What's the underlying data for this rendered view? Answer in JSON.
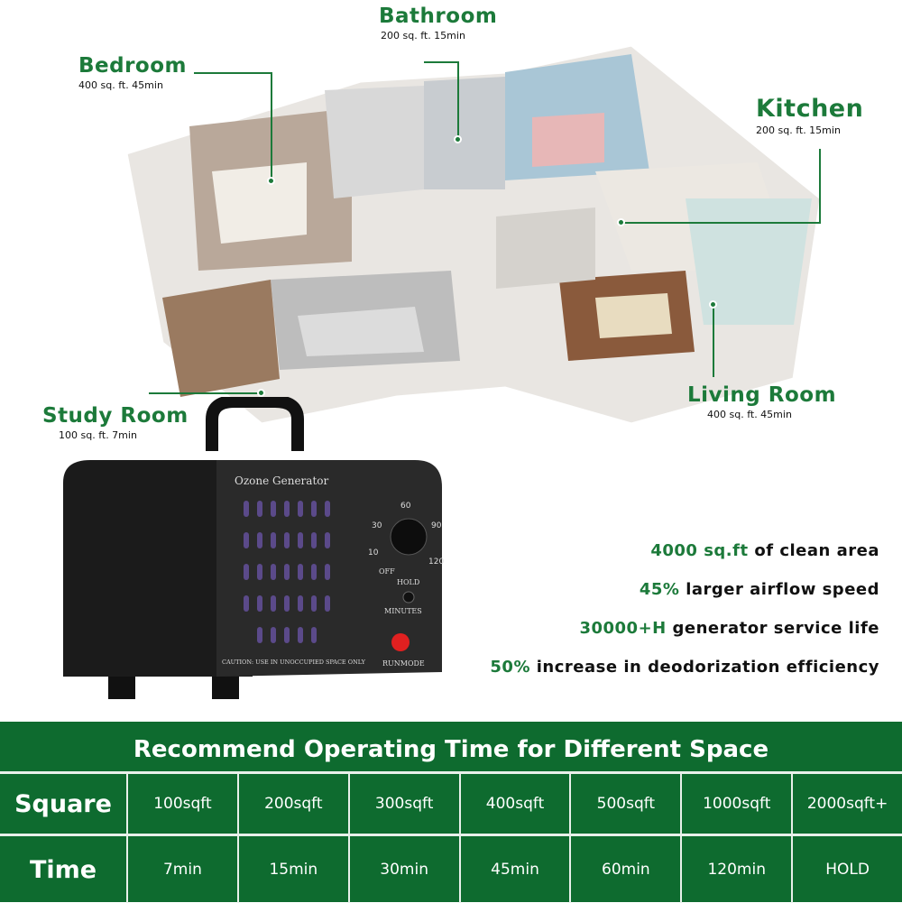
{
  "rooms": [
    {
      "name": "Bathroom",
      "info": "200 sq. ft. 15min"
    },
    {
      "name": "Bedroom",
      "info": "400 sq. ft. 45min"
    },
    {
      "name": "Kitchen",
      "info": "200 sq. ft. 15min"
    },
    {
      "name": "Study Room",
      "info": "100 sq. ft. 7min"
    },
    {
      "name": "Living Room",
      "info": "400 sq. ft. 45min"
    }
  ],
  "device": {
    "brand": "Ozone Generator",
    "dial": [
      "OFF",
      "10",
      "30",
      "60",
      "90",
      "120"
    ],
    "hold": "HOLD",
    "minutes": "MINUTES",
    "caution": "CAUTION: USE IN UNOCCUPIED SPACE ONLY",
    "runmode": "RUNMODE"
  },
  "features": [
    {
      "highlight": "4000 sq.ft",
      "text": "of clean area"
    },
    {
      "highlight": "45%",
      "text": "larger airflow speed"
    },
    {
      "highlight": "30000+H",
      "text": "generator service life"
    },
    {
      "highlight": "50%",
      "text": "increase in deodorization efficiency"
    }
  ],
  "table": {
    "title": "Recommend Operating Time for Different Space",
    "row_headers": [
      "Square",
      "Time"
    ],
    "square": [
      "100sqft",
      "200sqft",
      "300sqft",
      "400sqft",
      "500sqft",
      "1000sqft",
      "2000sqft+"
    ],
    "time": [
      "7min",
      "15min",
      "30min",
      "45min",
      "60min",
      "120min",
      "HOLD"
    ]
  },
  "colors": {
    "accent": "#1c7a3a",
    "table_bg": "#0e6b2f"
  }
}
